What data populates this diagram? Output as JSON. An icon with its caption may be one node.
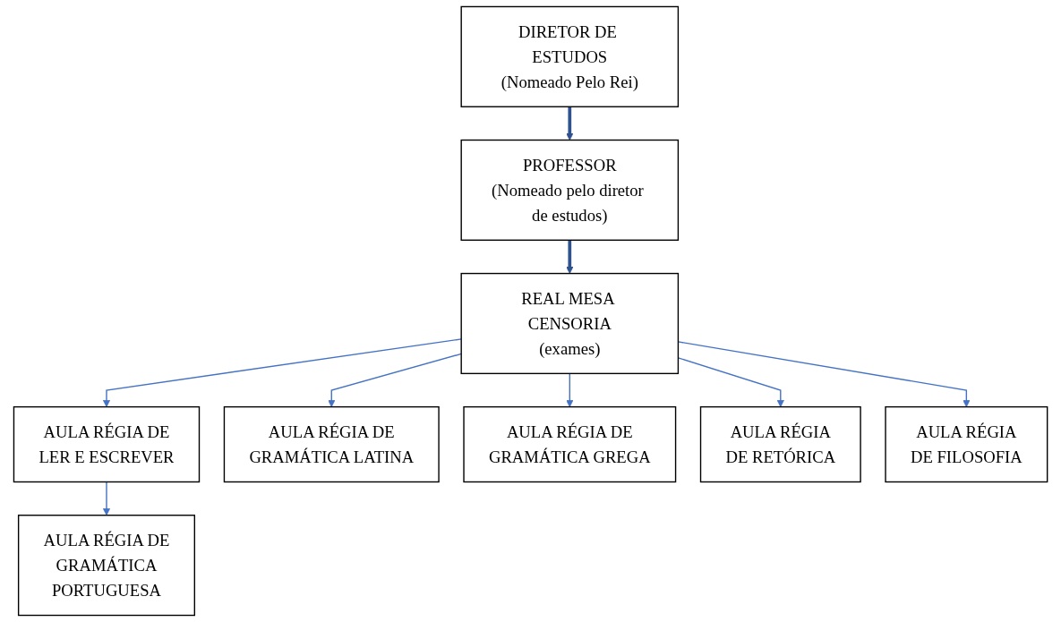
{
  "diagram": {
    "nodes": [
      {
        "text": [
          "DIRETOR DE ESTUDOS",
          "(Nomeado Pelo Rei)"
        ]
      },
      {
        "text": [
          "PROFESSOR",
          "(Nomeado pelo diretor de estudos)"
        ]
      },
      {
        "text": [
          "REAL MESA CENSORIA",
          "(exames)"
        ]
      },
      {
        "text": [
          "AULA RÉGIA DE LER E ESCREVER"
        ]
      },
      {
        "text": [
          "AULA RÉGIA DE GRAMÁTICA PORTUGUESA"
        ]
      },
      {
        "text": [
          "AULA RÉGIA DE GRAMÁTICA LATINA"
        ]
      },
      {
        "text": [
          "AULA RÉGIA DE GRAMÁTICA GREGA"
        ]
      },
      {
        "text": [
          "AULA RÉGIA DE RETÓRICA"
        ]
      },
      {
        "text": [
          "AULA RÉGIA DE FILOSOFIA"
        ]
      }
    ],
    "edges": [
      {
        "from": 0,
        "to": 1,
        "arrow": "to",
        "style": "thick",
        "color": "#2f528f"
      },
      {
        "from": 1,
        "to": 2,
        "arrow": "to",
        "style": "thick",
        "color": "#2f528f"
      },
      {
        "from": 2,
        "to": 3,
        "arrow": "to"
      },
      {
        "from": 2,
        "to": 5,
        "arrow": "to"
      },
      {
        "from": 2,
        "to": 6,
        "arrow": "to"
      },
      {
        "from": 2,
        "to": 7,
        "arrow": "to"
      },
      {
        "from": 2,
        "to": 8,
        "arrow": "to"
      },
      {
        "from": 3,
        "to": 4,
        "arrow": "to"
      }
    ]
  }
}
